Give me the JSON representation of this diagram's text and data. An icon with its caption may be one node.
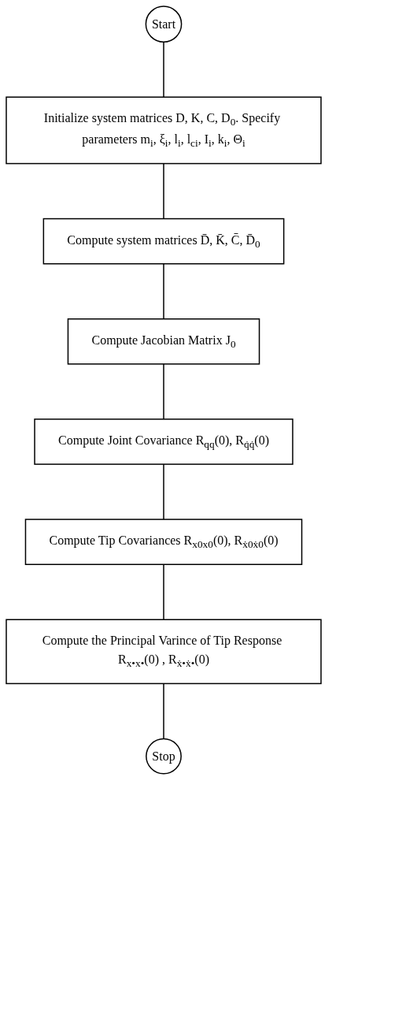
{
  "diagram": {
    "nodes": [
      {
        "text": [
          "Start"
        ]
      },
      {
        "text": [
          "Initialize system matrices D, K, C, D$_{0}$. Specify parameters m$_{i}$, ξ$_{i}$, l$_{i}$, l$_{ci}$, I$_{i}$, k$_{i}$, Θ$_{i}$"
        ]
      },
      {
        "text": [
          "Compute system matrices D̄, K̄, C̄, D̄$_{0}$"
        ]
      },
      {
        "text": [
          "Compute Jacobian Matrix J$_{0}$"
        ]
      },
      {
        "text": [
          "Compute Joint Covariance R$_{qq}$(0), R$_{q̇q̇}$(0)"
        ]
      },
      {
        "text": [
          "Compute Tip Covariances R$_{x0x0}$(0), R$_{ẋ0ẋ0}$(0)"
        ]
      },
      {
        "text": [
          "Compute the Principal Varince of Tip Response R$_{x•x•}$(0) , R$_{ẋ•ẋ•}$(0)"
        ]
      },
      {
        "text": [
          "Stop"
        ]
      }
    ],
    "edges": [
      {
        "from": 0,
        "to": 1,
        "arrow": "none"
      },
      {
        "from": 1,
        "to": 2,
        "arrow": "none"
      },
      {
        "from": 2,
        "to": 3,
        "arrow": "none"
      },
      {
        "from": 3,
        "to": 4,
        "arrow": "none"
      },
      {
        "from": 4,
        "to": 5,
        "arrow": "none"
      },
      {
        "from": 5,
        "to": 6,
        "arrow": "none"
      },
      {
        "from": 6,
        "to": 7,
        "arrow": "none"
      }
    ]
  }
}
